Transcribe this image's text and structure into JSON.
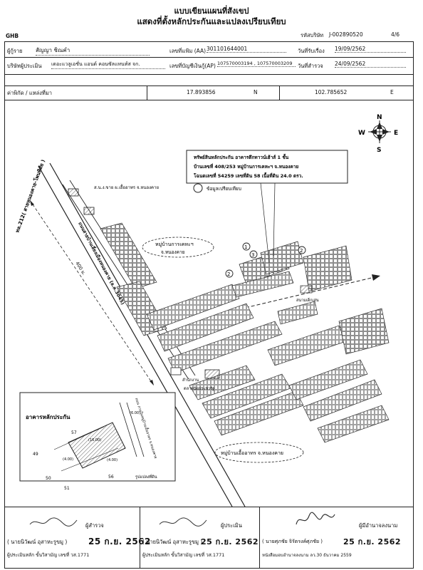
{
  "header": {
    "title_line1": "แบบเขียนแผนที่สังเขป",
    "title_line2": "แสดงที่ตั้งหลักประกันและแปลงเปรียบเทียบ",
    "org": "GHB",
    "ref_label": "รหัสบริษัท",
    "ref_value": "J-002890520",
    "page": "4/6"
  },
  "info": {
    "applicant_label": "ผู้กู้ราย",
    "applicant_value": "สัญญา ชิณคำ",
    "form_no_label": "เลขที่แฟ้ม (AA)",
    "form_no_value": "301101644001",
    "received_label": "วันที่รับเรื่อง",
    "received_value": "19/09/2562",
    "company_label": "บริษัทผู้ประเมิน",
    "company_value": "เดอะแวลูเอชั่น แอนด์ คอนซัลแทนท์ส จก.",
    "account_label": "เลขที่บัญชีเงินกู้(AP)",
    "account_value": "107570003194 , 107570003209",
    "survey_label": "วันที่สำรวจ",
    "survey_value": "24/09/2562"
  },
  "coords": {
    "label": "ค่าพิกัด / แหล่งที่มา",
    "lat_value": "17.893856",
    "lat_dir": "N",
    "lon_value": "102.785652",
    "lon_dir": "E"
  },
  "map": {
    "compass": {
      "n": "N",
      "s": "S",
      "e": "E",
      "w": "W"
    },
    "road_main": "ทล.212( สายหนองคาย-โพนพิสัย )",
    "road_side": "ถนนสายบ้านเลี่ยงเมืองหนองคาย (ล.ค.3045)",
    "distance": "400 ม.",
    "landmark_school": "ส.น.ง.ขาย ผ.เอื้ออาทร จ.หนองคาย",
    "village_top": "หมู่บ้านการเคหะฯ",
    "village_top_sub": "จ.หนองคาย",
    "village_bottom": "หมู่บ้านเอื้ออาทร จ.หนองคาย",
    "collateral_box_line1": "ทรัพย์สินหลักประกัน อาคารตึกทาวน์เฮ้าส์ 1 ชั้น",
    "collateral_box_line2": "บ้านเลขที่ 408/253  หมู่บ้านการเคหะฯ จ.หนองคาย",
    "collateral_box_line3": "โฉนดเลขที่ 54259 เลขที่ดิน 58 เนื้อที่ดิน 24.0 ตรว.",
    "compare_legend": "ข้อมูลเปรียบเทียบ",
    "markers": [
      "1",
      "2",
      "3",
      "2"
    ],
    "landmark_park": "สนามเด็กเล่น",
    "landmark_shop": "ตลาดนัดประชารัฐ",
    "landmark_office": "สำนักงาน"
  },
  "inset": {
    "title": "อาคารหลักประกัน",
    "lots": [
      "57",
      "49",
      "50",
      "51",
      "56"
    ],
    "road": "ถนน ภายในหมู่บ้านเอื้ออาทร จ.หนองคาย",
    "dims": [
      "(16.00)",
      "(6.00)",
      "(4.00)",
      "(4.00)"
    ],
    "scale": "รูปแปลงที่ดิน"
  },
  "signatures": [
    {
      "role": "ผู้สำรวจ",
      "name": "( นายนิวัฒน์ อุสาหะรูขมู )",
      "date": "25 ก.ย. 2562",
      "license": "ผู้ประเมินหลัก ขั้นวิสามัญ เลขที่ วส.1771"
    },
    {
      "role": "ผู้ประเมิน",
      "name": "( นายนิวัฒน์ อุสาหะรูขมู )",
      "date": "25 ก.ย. 2562",
      "license": "ผู้ประเมินหลัก ขั้นวิสามัญ เลขที่ วส.1771"
    },
    {
      "role": "ผู้มีอำนาจลงนาม",
      "name": "( นายศุภชัย จิรัตรงค์ศุภชัย )",
      "date": "25 ก.ย. 2562",
      "license": "หนังสือมอบอำนาจลงนาม ลว.30 ธันวาคม 2559"
    }
  ]
}
